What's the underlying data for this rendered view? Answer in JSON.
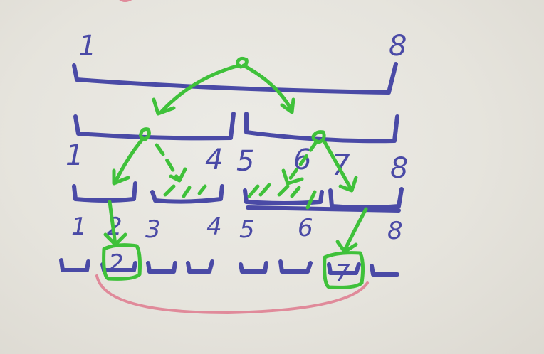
{
  "colors": {
    "background": "#e6e4dd",
    "ink_blue": "#4a4aa6",
    "ink_green": "#3fc13a",
    "ink_pink": "#e08a9a"
  },
  "labels": {
    "root_left": "1",
    "root_right": "8",
    "level1": [
      "1",
      "4",
      "5",
      "6",
      "7",
      "8"
    ],
    "level2": [
      "1",
      "2",
      "3",
      "4",
      "5",
      "6",
      "8"
    ],
    "found_left": "2",
    "found_right": "7"
  }
}
